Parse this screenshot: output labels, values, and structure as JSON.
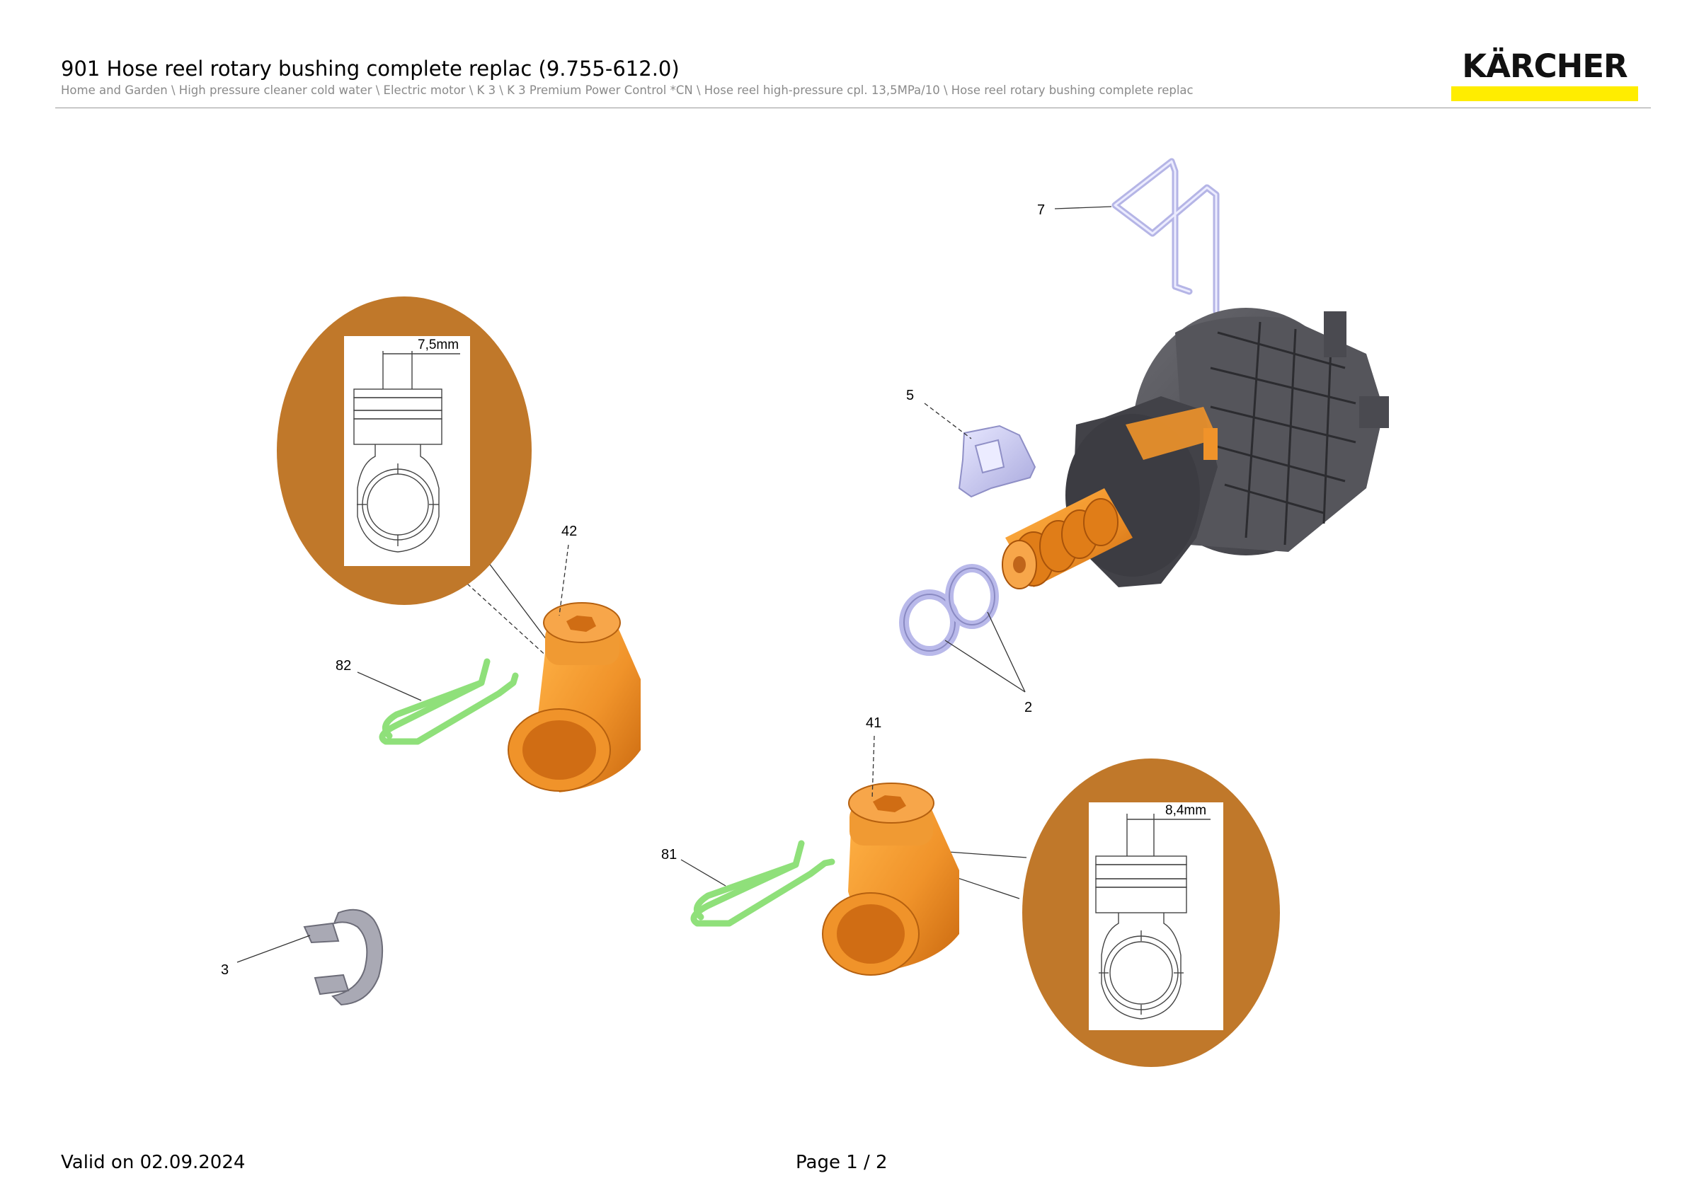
{
  "header": {
    "title": "901 Hose reel rotary bushing complete replac (9.755-612.0)",
    "breadcrumb": "Home and Garden \\ High pressure cleaner cold water \\ Electric motor \\ K 3 \\ K 3 Premium Power Control *CN \\ Hose reel high-pressure cpl. 13,5MPa/10 \\ Hose reel rotary bushing complete replac",
    "logo_text": "KÄRCHER"
  },
  "colors": {
    "brand_yellow": "#ffed00",
    "detail_bubble": "#c0782a",
    "bushing_orange": "#f0932a",
    "clip_green": "#8fe07a",
    "seal_lavender": "#c2c2ee",
    "housing_dark": "#4e4e54"
  },
  "diagram": {
    "part_labels": [
      "7",
      "5",
      "42",
      "82",
      "2",
      "41",
      "81",
      "3"
    ],
    "detail_dims": [
      "7,5mm",
      "8,4mm"
    ]
  },
  "footer": {
    "valid": "Valid on 02.09.2024",
    "page": "Page 1 / 2"
  }
}
